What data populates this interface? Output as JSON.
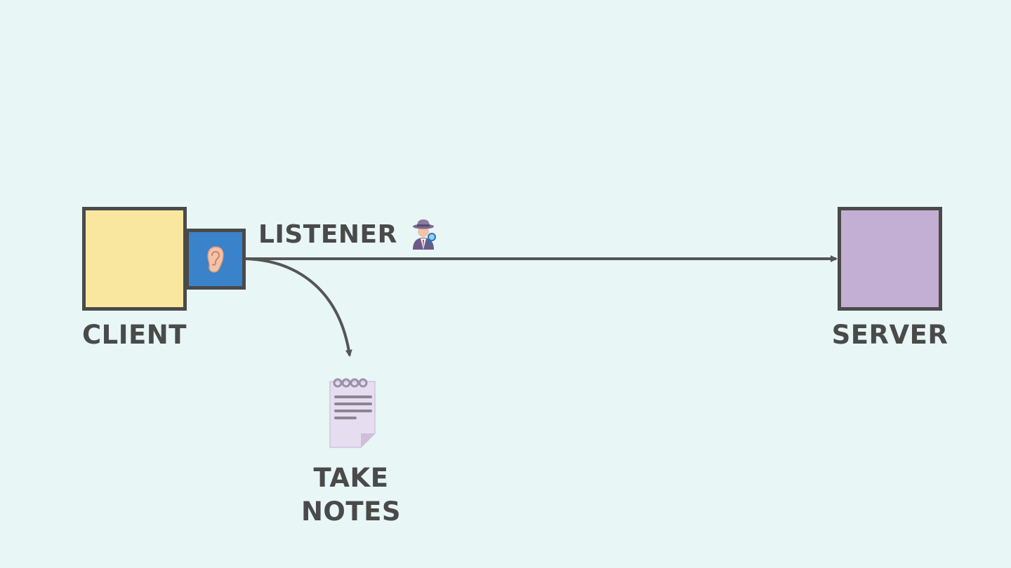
{
  "nodes": {
    "client": {
      "label": "CLIENT",
      "fill": "#f9e79f"
    },
    "listener": {
      "label": "LISTENER",
      "fill": "#3a82c9",
      "icon": "ear-icon",
      "label_icon": "detective-icon"
    },
    "server": {
      "label": "SERVER",
      "fill": "#c3aed4"
    },
    "notes": {
      "label_line1": "TAKE",
      "label_line2": "NOTES",
      "icon": "notepad-icon"
    }
  },
  "edges": [
    {
      "from": "listener",
      "to": "server"
    },
    {
      "from": "listener",
      "to": "notes"
    }
  ],
  "colors": {
    "background": "#e8f6f6",
    "stroke": "#4a4a4a",
    "edge": "#555555"
  }
}
